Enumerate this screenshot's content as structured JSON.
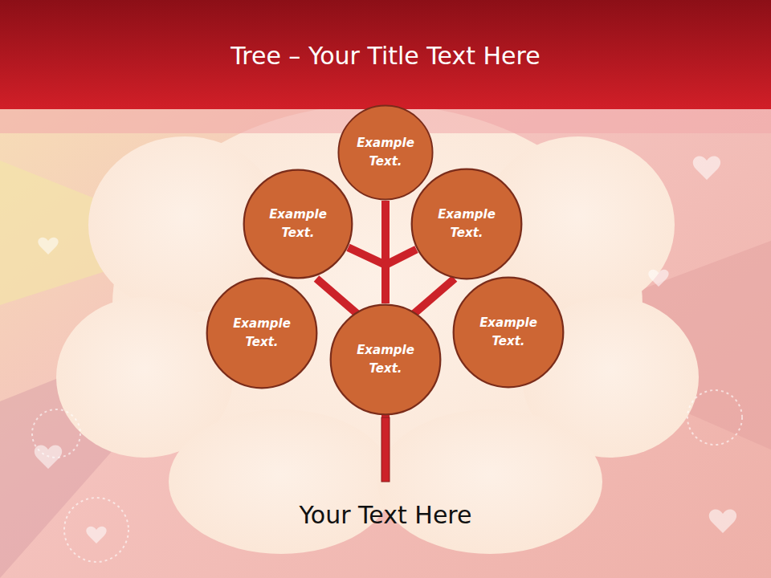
{
  "diagram": {
    "title": "Tree – Your Title Text Here",
    "caption": "Your Text Here",
    "nodes": [
      {
        "text": [
          "Example Text."
        ]
      },
      {
        "text": [
          "Example Text."
        ]
      },
      {
        "text": [
          "Example Text."
        ]
      },
      {
        "text": [
          "Example Text."
        ]
      },
      {
        "text": [
          "Example Text."
        ]
      },
      {
        "text": [
          "Example Text."
        ]
      }
    ],
    "edges": [
      {
        "from": 5,
        "to": 0,
        "arrow": "none"
      },
      {
        "from": 5,
        "to": 1,
        "arrow": "none"
      },
      {
        "from": 5,
        "to": 2,
        "arrow": "none"
      }
    ]
  }
}
